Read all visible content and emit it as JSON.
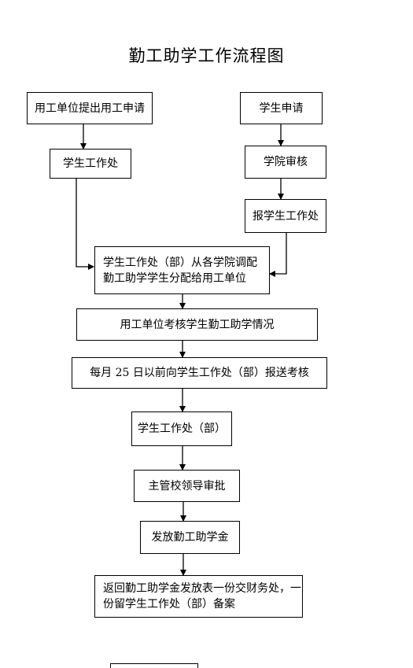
{
  "title": "勤工助学工作流程图",
  "nodes": {
    "employer_request": "用工单位提出用工申请",
    "student_office_1": "学生工作处",
    "student_apply": "学生申请",
    "college_review": "学院审核",
    "report_office": "报学生工作处",
    "allocate_line1": "学生工作处（部）从各学院调配",
    "allocate_line2": "勤工助学学生分配给用工单位",
    "employer_assess": "用工单位考核学生勤工助学情况",
    "monthly_report": "每月 25 日以前向学生工作处（部）报送考核",
    "student_office_2": "学生工作处（部）",
    "leader_approve": "主管校领导审批",
    "issue_funds": "发放勤工助学金",
    "return_line1": "返回勤工助学金发放表一份交财务处，一",
    "return_line2": "份留学生工作处（部）备案"
  }
}
